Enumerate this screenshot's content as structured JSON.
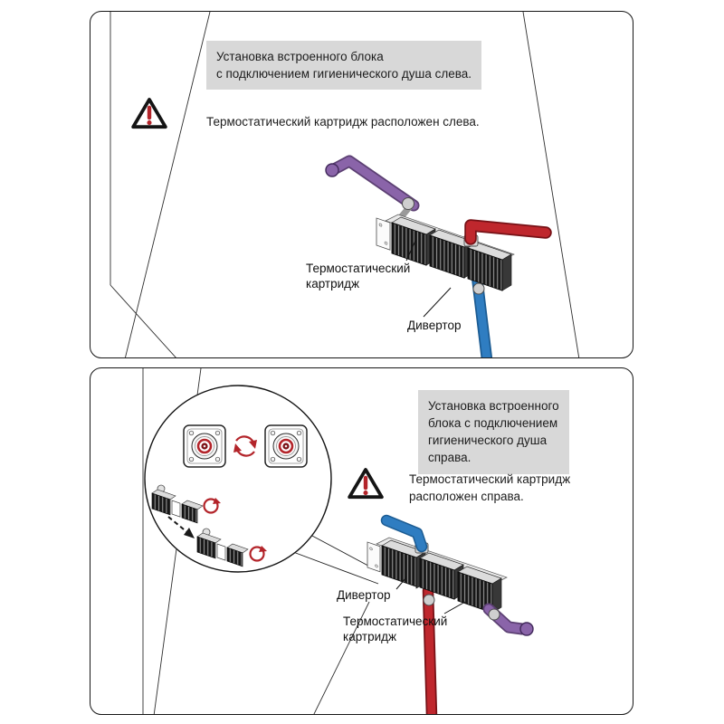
{
  "colors": {
    "hot": "#bf272d",
    "cold": "#2f7dc1",
    "mixed": "#8a64a9",
    "warning": "#b3242a",
    "note_bg": "#d8d8d8"
  },
  "icons": {
    "warning": "triangle-exclamation",
    "rotate": "circular-arrows",
    "swap": "dashed-arrow"
  },
  "panel_top": {
    "note": "Установка встроенного блока\nс подключением гигиенического душа слева.",
    "warning": "Термостатический картридж расположен слева.",
    "labels": {
      "cartridge": "Термостатический\nкартридж",
      "diverter": "Дивертор"
    }
  },
  "panel_bottom": {
    "note": "Установка встроенного\nблока с подключением\nгигиенического душа\nсправа.",
    "warning": "Термостатический картридж\nрасположен справа.",
    "labels": {
      "cartridge": "Термостатический\nкартридж",
      "diverter": "Дивертор"
    }
  }
}
